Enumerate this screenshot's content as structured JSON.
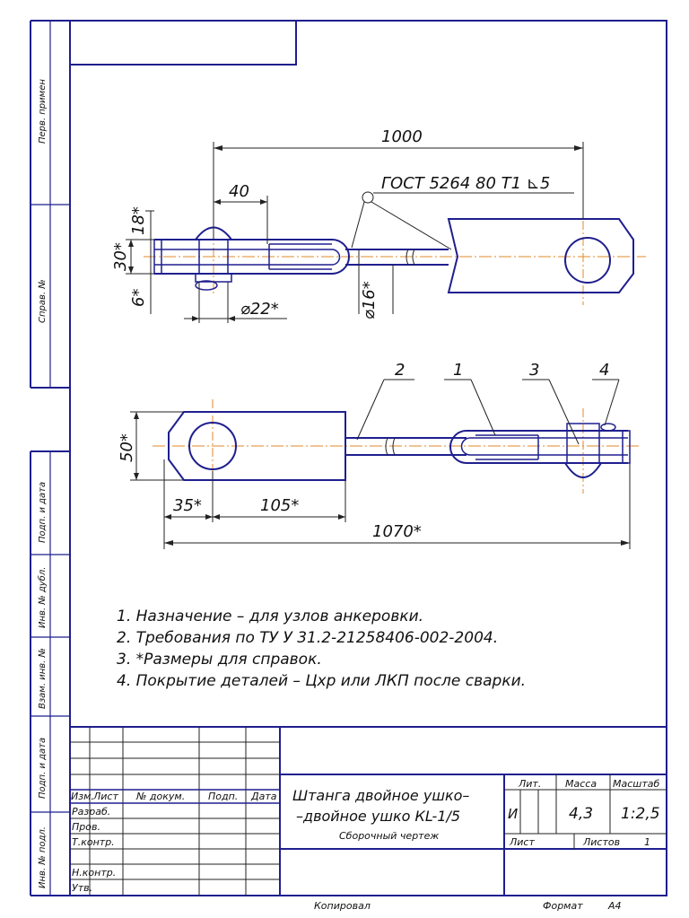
{
  "side_labels": {
    "perv_primen": "Перв. примен",
    "sprav_no": "Справ. №",
    "podp_data_1": "Подп. и дата",
    "inv_no_dubl": "Инв. № дубл.",
    "vzam_inv_no": "Взам. инв. №",
    "podp_data_2": "Подп. и дата",
    "inv_no_podl": "Инв. № подл."
  },
  "top_view": {
    "dim_total": "1000",
    "dim_40": "40",
    "gost": "ГОСТ 5264 80 Т1 ⊾5",
    "dim_18": "18*",
    "dim_30": "30*",
    "dim_6": "6*",
    "dim_22": "⌀22*",
    "dim_16": "⌀16*"
  },
  "bottom_view": {
    "callouts": [
      "2",
      "1",
      "3",
      "4"
    ],
    "dim_50": "50*",
    "dim_35": "35*",
    "dim_105": "105*",
    "dim_1070": "1070*"
  },
  "notes": [
    "1. Назначение – для узлов анкеровки.",
    "2. Требования по ТУ У 31.2-21258406-002-2004.",
    "3. *Размеры для справок.",
    "4. Покрытие деталей – Цхр или ЛКП после сварки."
  ],
  "title_block": {
    "col_headers": [
      "Изм.",
      "Лист",
      "№ докум.",
      "Подп.",
      "Дата"
    ],
    "row_labels": [
      "Разраб.",
      "Пров.",
      "Т.контр.",
      "",
      "Н.контр.",
      "Утв."
    ],
    "title_line1": "Штанга двойное ушко–",
    "title_line2": "–двойное ушко КL-1/5",
    "subtitle": "Сборочный чертеж",
    "lit_label": "Лит.",
    "massa_label": "Масса",
    "masshtab_label": "Масштаб",
    "lit_value": "И",
    "massa_value": "4,3",
    "masshtab_value": "1:2,5",
    "list_label": "Лист",
    "listov_label": "Листов",
    "listov_value": "1"
  },
  "footer": {
    "kopiroval": "Копировал",
    "format_label": "Формат",
    "format_value": "А4"
  }
}
